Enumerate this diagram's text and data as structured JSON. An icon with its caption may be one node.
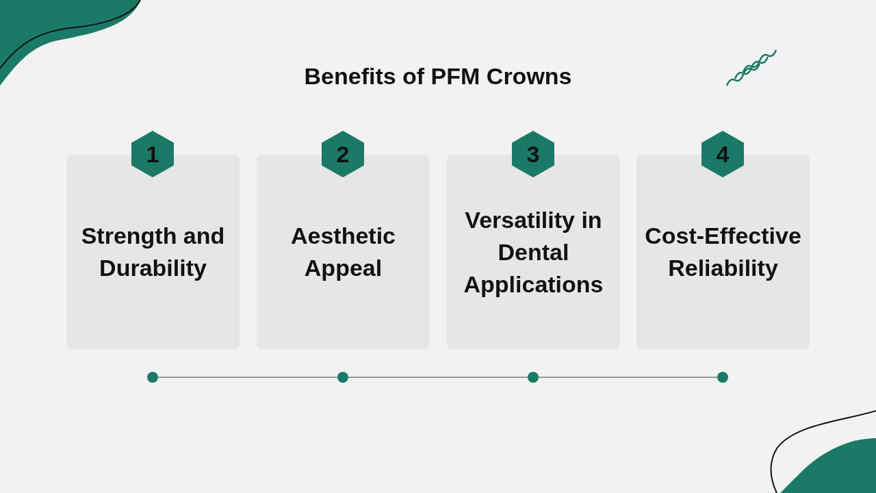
{
  "diagram": {
    "title": "Benefits of PFM Crowns",
    "nodes": [
      {
        "text": [
          "1"
        ]
      },
      {
        "text": [
          "Strength and Durability"
        ]
      },
      {
        "text": [
          "2"
        ]
      },
      {
        "text": [
          "Aesthetic Appeal"
        ]
      },
      {
        "text": [
          "3"
        ]
      },
      {
        "text": [
          "Versatility in Dental Applications"
        ]
      },
      {
        "text": [
          "4"
        ]
      },
      {
        "text": [
          "Cost-Effective Reliability"
        ]
      },
      {
        "text": [],
        "shape": "circle"
      },
      {
        "text": [],
        "shape": "circle"
      },
      {
        "text": [],
        "shape": "circle"
      },
      {
        "text": [],
        "shape": "circle"
      }
    ],
    "edges": [
      {
        "from": 8,
        "to": 9,
        "arrow": "none"
      },
      {
        "from": 9,
        "to": 10,
        "arrow": "none"
      },
      {
        "from": 10,
        "to": 11,
        "arrow": "none"
      }
    ]
  }
}
